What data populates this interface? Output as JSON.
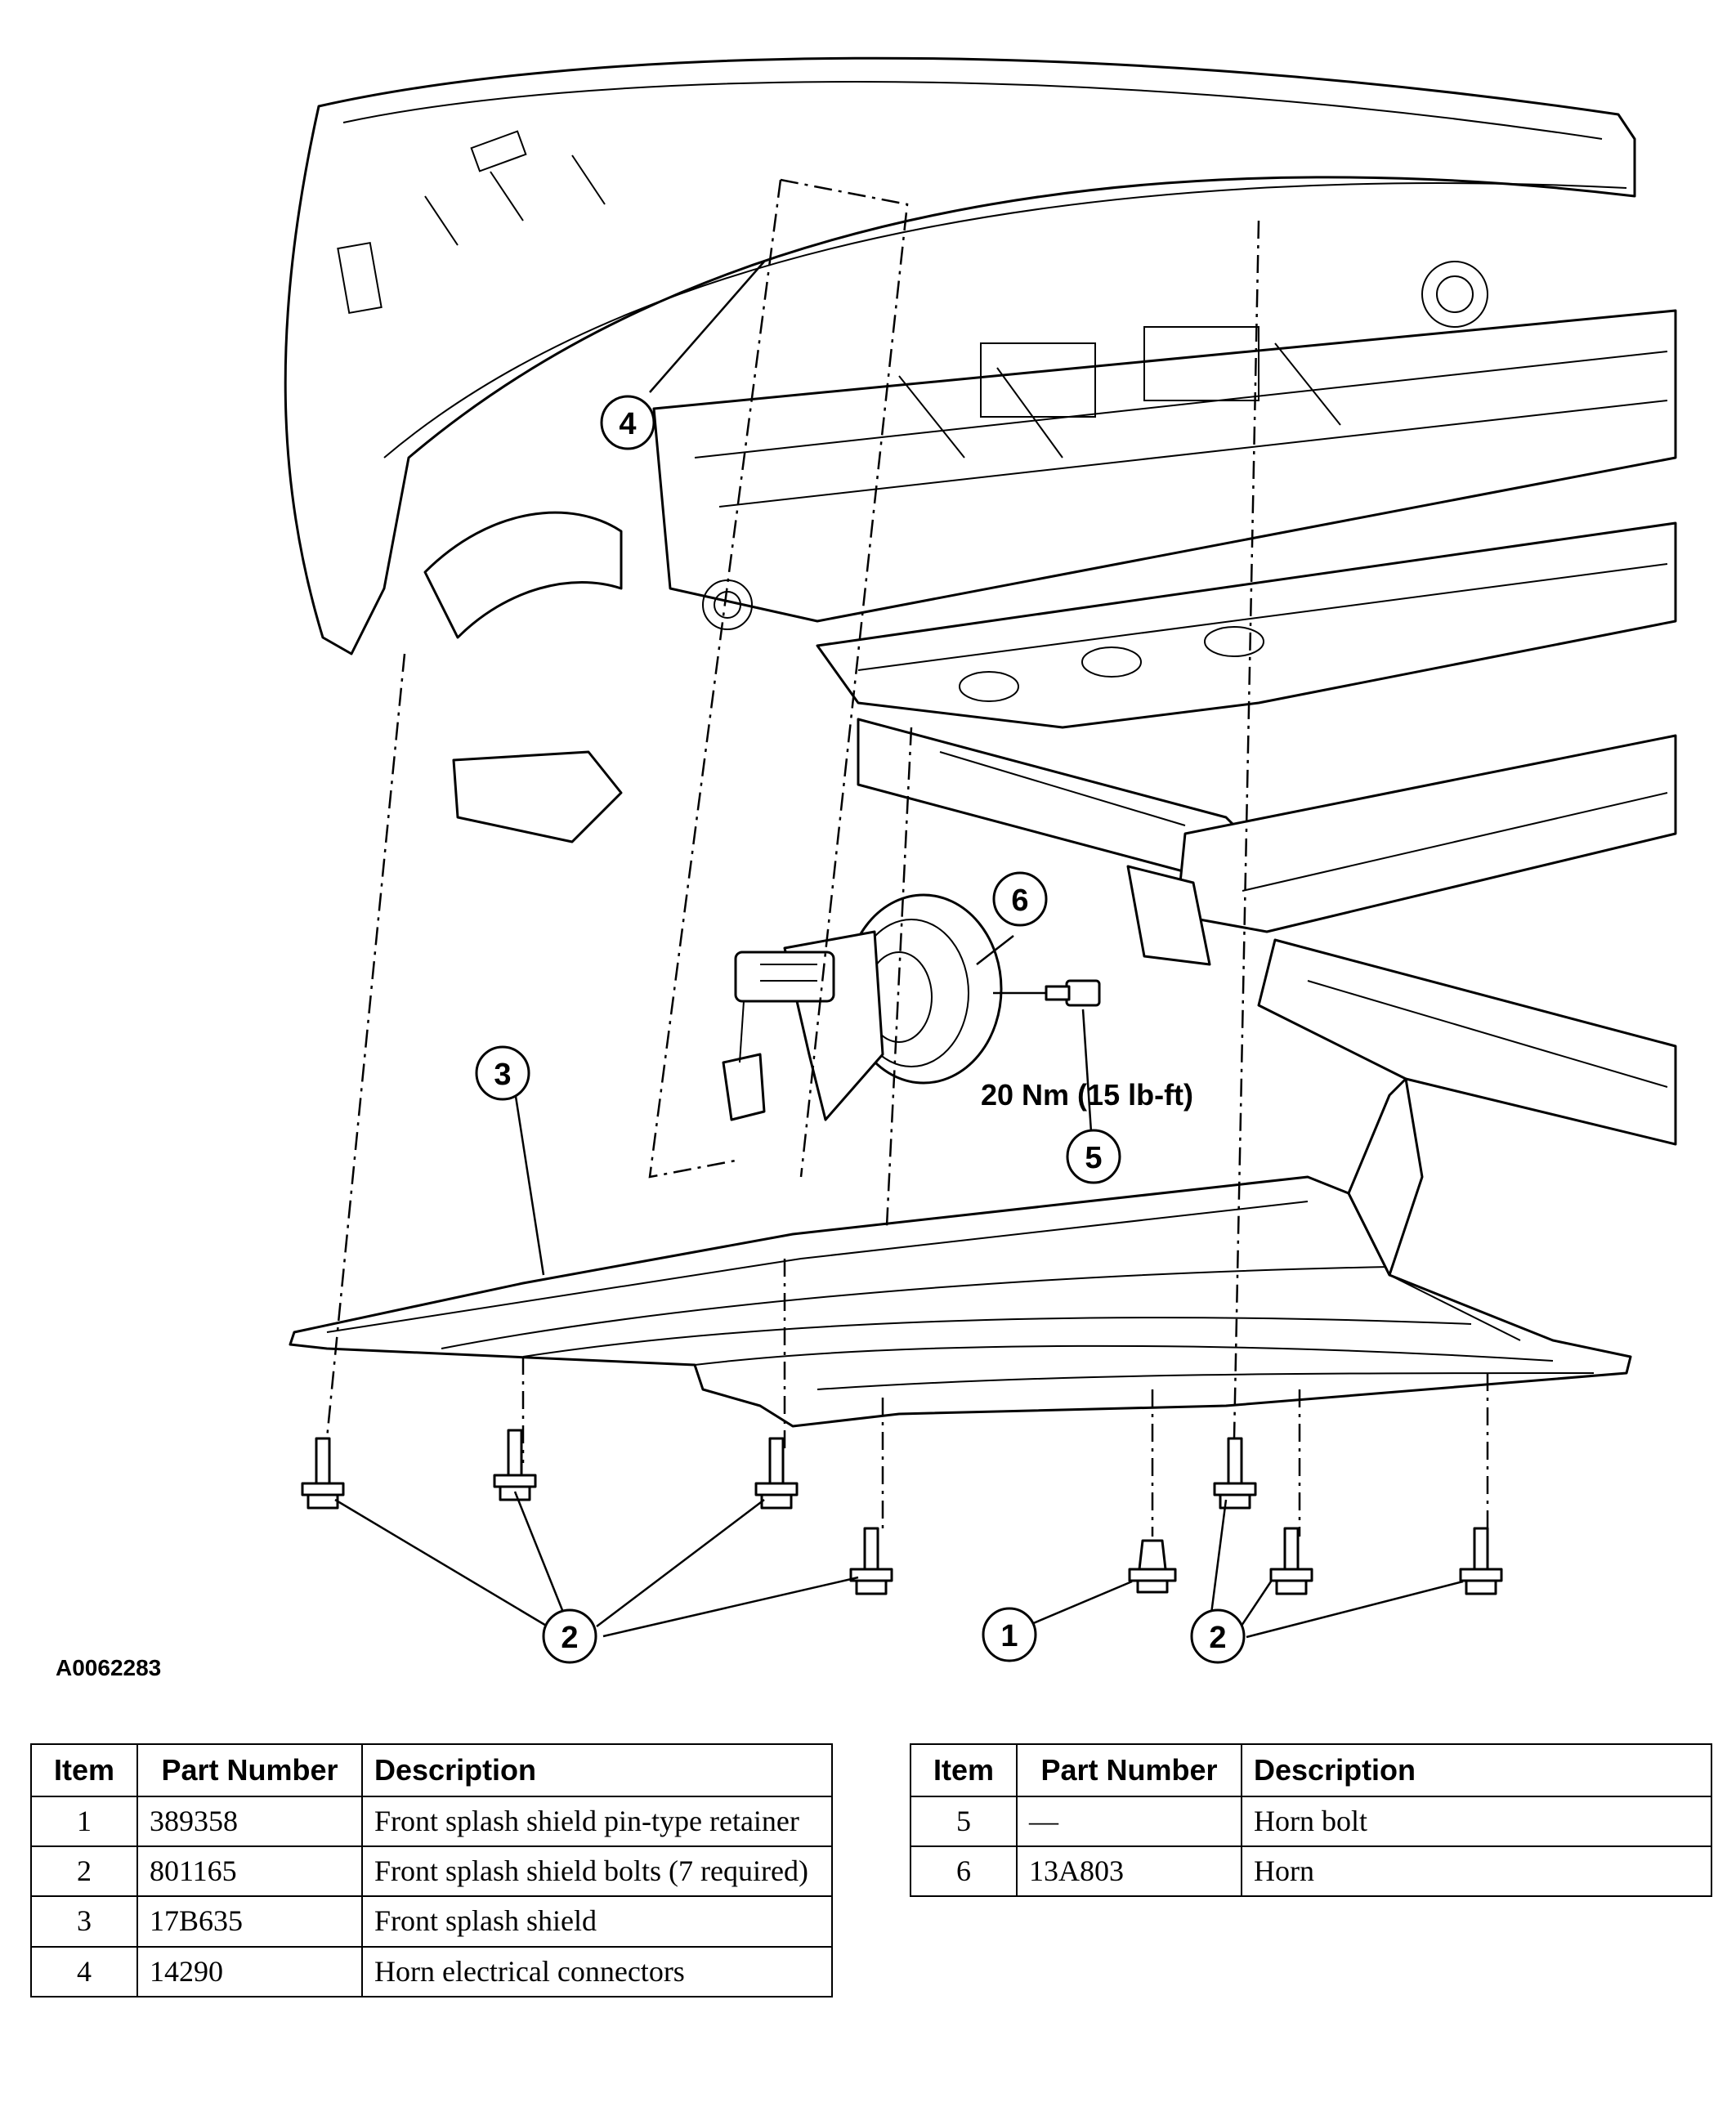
{
  "figure": {
    "id": "A0062283",
    "torque_label": "20 Nm (15 lb-ft)",
    "callouts": [
      "1",
      "2",
      "3",
      "4",
      "5",
      "6",
      "2",
      "2"
    ]
  },
  "table_left": {
    "headers": [
      "Item",
      "Part Number",
      "Description"
    ],
    "rows": [
      {
        "item": "1",
        "part": "389358",
        "desc": "Front splash shield pin-type retainer"
      },
      {
        "item": "2",
        "part": "801165",
        "desc": "Front splash shield bolts (7 required)"
      },
      {
        "item": "3",
        "part": "17B635",
        "desc": "Front splash shield"
      },
      {
        "item": "4",
        "part": "14290",
        "desc": "Horn electrical connectors"
      }
    ]
  },
  "table_right": {
    "headers": [
      "Item",
      "Part Number",
      "Description"
    ],
    "rows": [
      {
        "item": "5",
        "part": "—",
        "desc": "Horn bolt"
      },
      {
        "item": "6",
        "part": "13A803",
        "desc": "Horn"
      }
    ]
  }
}
